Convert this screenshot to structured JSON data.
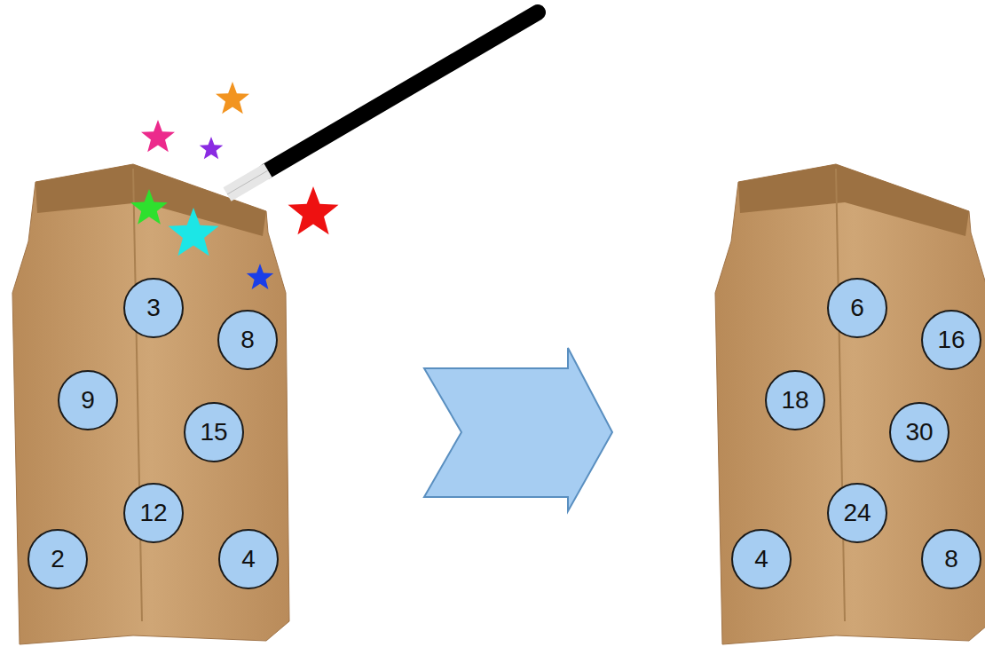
{
  "diagram": {
    "nodes": [
      {
        "text": [
          "3"
        ]
      },
      {
        "text": [
          "8"
        ]
      },
      {
        "text": [
          "9"
        ]
      },
      {
        "text": [
          "15"
        ]
      },
      {
        "text": [
          "12"
        ]
      },
      {
        "text": [
          "2"
        ]
      },
      {
        "text": [
          "4"
        ]
      },
      {
        "text": [
          "6"
        ]
      },
      {
        "text": [
          "16"
        ]
      },
      {
        "text": [
          "18"
        ]
      },
      {
        "text": [
          "30"
        ]
      },
      {
        "text": [
          "24"
        ]
      },
      {
        "text": [
          "4"
        ]
      },
      {
        "text": [
          "8"
        ]
      }
    ]
  }
}
